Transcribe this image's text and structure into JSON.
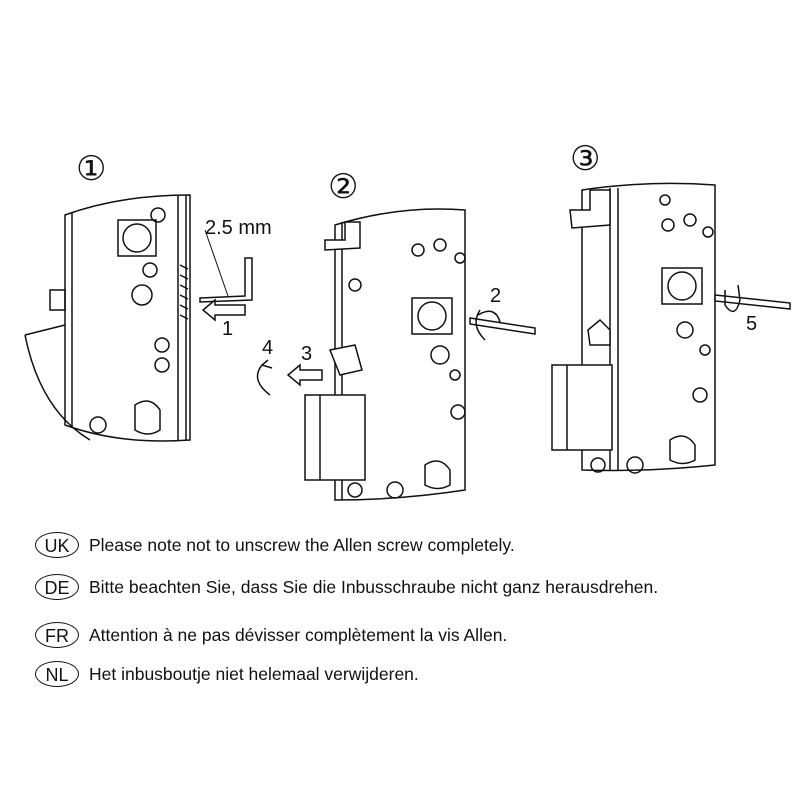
{
  "steps": [
    "①",
    "②",
    "③"
  ],
  "callouts": {
    "key_size": "2.5 mm",
    "arrow1": "1",
    "arrow2": "2",
    "arrow3": "3",
    "arrow4": "4",
    "arrow5": "5"
  },
  "notes": [
    {
      "code": "UK",
      "text": "Please note not to unscrew the Allen screw completely."
    },
    {
      "code": "DE",
      "text": "Bitte beachten Sie, dass Sie die Inbusschraube nicht ganz herausdrehen."
    },
    {
      "code": "FR",
      "text": "Attention à ne pas dévisser complètement la vis Allen."
    },
    {
      "code": "NL",
      "text": "Het inbusboutje niet helemaal verwijderen."
    }
  ],
  "colors": {
    "line": "#111111",
    "background": "#ffffff"
  }
}
